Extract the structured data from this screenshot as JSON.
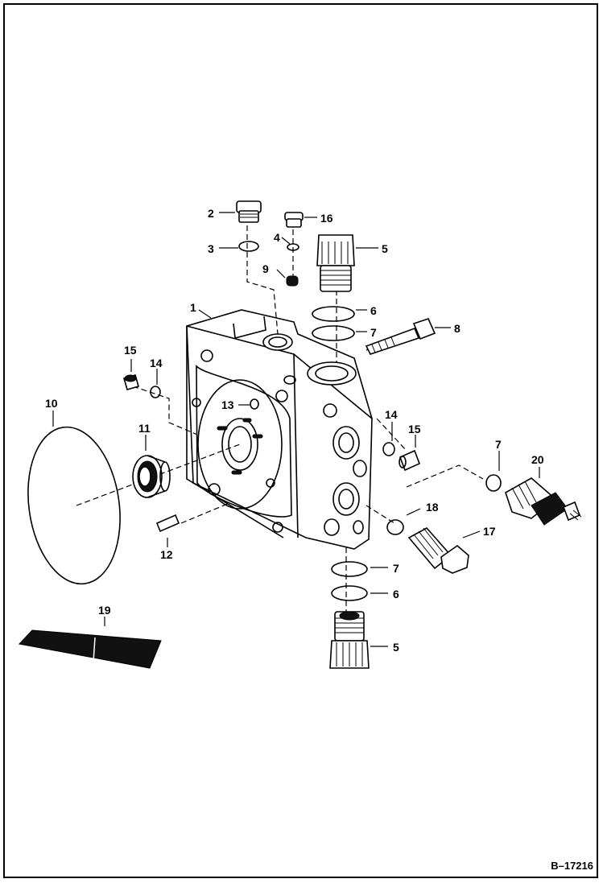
{
  "diagram": {
    "callouts": [
      "1",
      "2",
      "3",
      "4",
      "5",
      "6",
      "7",
      "8",
      "9",
      "10",
      "11",
      "12",
      "13",
      "14",
      "15",
      "16",
      "17",
      "18",
      "19",
      "20"
    ],
    "reference_code": "B–17216"
  }
}
